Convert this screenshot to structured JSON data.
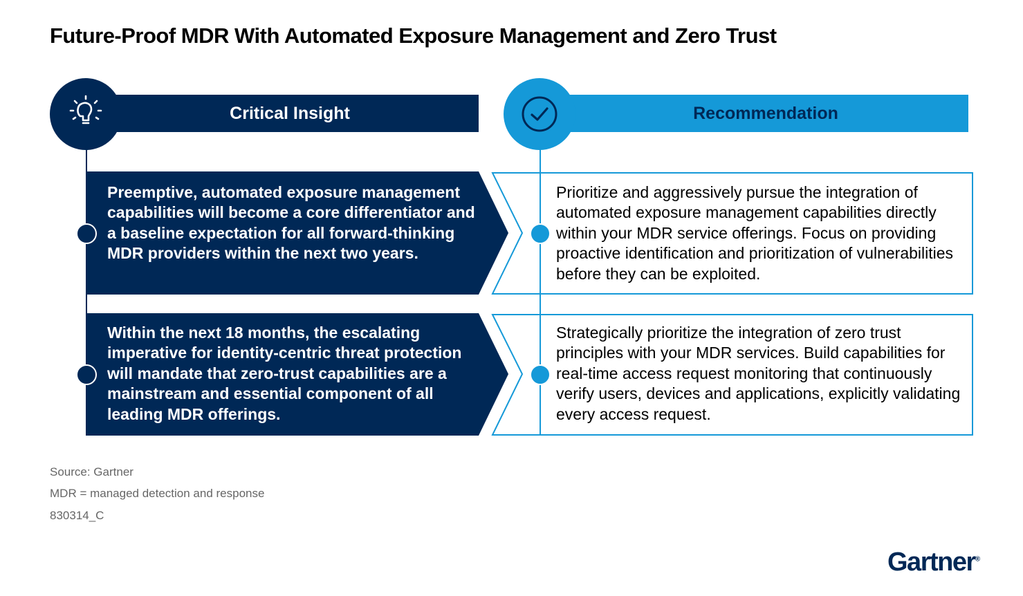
{
  "title": "Future-Proof MDR With Automated Exposure Management and Zero Trust",
  "headers": {
    "insight": "Critical Insight",
    "recommendation": "Recommendation"
  },
  "icons": {
    "insight": "lightbulb-icon",
    "recommendation": "checkmark-circle-icon"
  },
  "colors": {
    "navy": "#002856",
    "blue": "#1599d8"
  },
  "rows": [
    {
      "insight": "Preemptive, automated exposure management capabilities will become a core differentiator and a baseline expectation for all forward-thinking MDR providers within the next two years.",
      "recommendation": "Prioritize and aggressively pursue the integration of automated exposure management capabilities directly within your MDR service offerings. Focus on providing proactive identification and prioritization of vulnerabilities before they can be exploited."
    },
    {
      "insight": "Within the next 18 months, the escalating imperative for identity-centric threat protection will mandate that zero-trust capabilities are a mainstream and essential component of all leading MDR offerings.",
      "recommendation": "Strategically prioritize the integration of zero trust principles with your MDR services. Build capabilities for real-time access request monitoring that continuously verify users, devices and applications, explicitly validating every access request."
    }
  ],
  "footer": {
    "source": "Source: Gartner",
    "abbr": "MDR = managed detection and response",
    "id": "830314_C"
  },
  "brand": "Gartner",
  "brand_mark": "®"
}
